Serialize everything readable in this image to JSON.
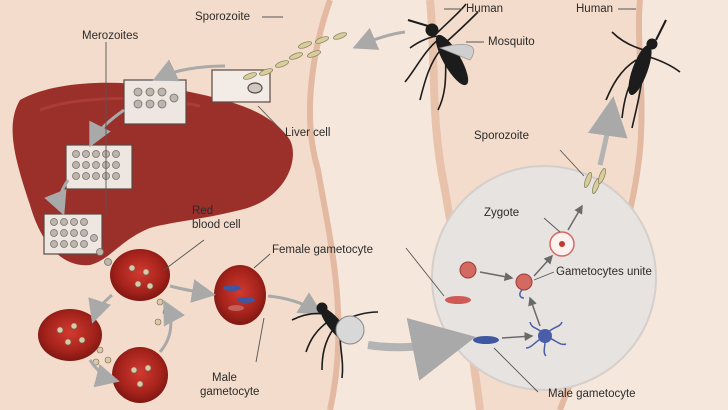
{
  "labels": {
    "human_left": "Human",
    "human_right": "Human",
    "mosquito": "Mosquito",
    "sporozoite_top": "Sporozoite",
    "merozoites": "Merozoites",
    "liver_cell": "Liver cell",
    "red_blood_cell_line1": "Red",
    "red_blood_cell_line2": "blood cell",
    "female_gametocyte": "Female gametocyte",
    "male_gametocyte_left_line1": "Male",
    "male_gametocyte_left_line2": "gametocyte",
    "sporozoite_right": "Sporozoite",
    "zygote": "Zygote",
    "gametocytes_unite": "Gametocytes unite",
    "male_gametocyte_right": "Male gametocyte"
  },
  "colors": {
    "background": "#f3dccb",
    "skin": "#f1ddd0",
    "liver": "#9b2f2a",
    "red_cell": "#b7261f",
    "zoom_circle": "#e7e3e1"
  }
}
